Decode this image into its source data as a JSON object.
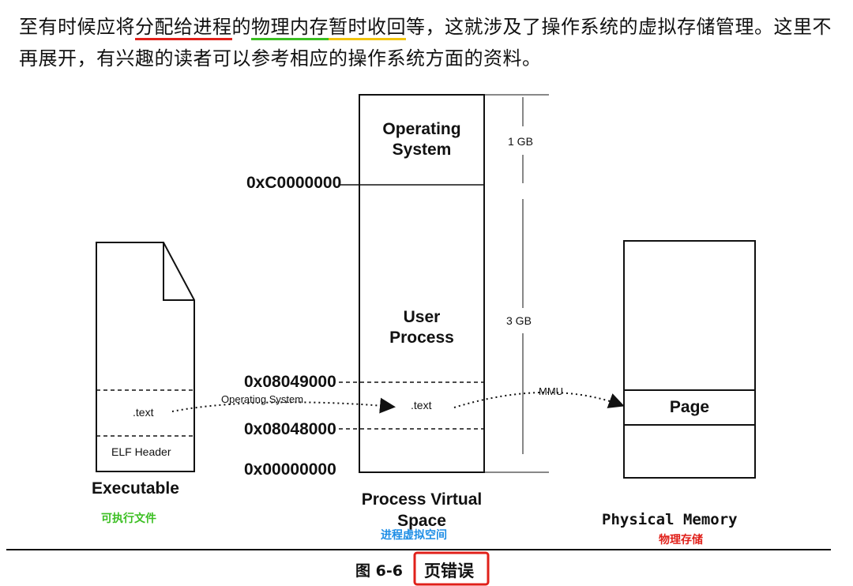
{
  "paragraph": {
    "p1": "至有时候应将",
    "p2": "分配给进程",
    "p3": "的",
    "p4": "物理内存",
    "p5": "暂时收回",
    "p6": "等，这就涉及了操作系统的虚拟存储管理。这里不再展开，有兴趣的读者可以参考相应的操作系统方面的资料。"
  },
  "executable": {
    "text_section": ".text",
    "header": "ELF Header",
    "caption": "Executable",
    "caption_cn": "可执行文件"
  },
  "virtual_space": {
    "os_block": [
      "Operating",
      "System"
    ],
    "user_block": [
      "User",
      "Process"
    ],
    "text_section": ".text",
    "caption": [
      "Process Virtual",
      "Space"
    ],
    "caption_cn": "进程虚拟空间",
    "addresses": [
      "0xC0000000",
      "0x08049000",
      "0x08048000",
      "0x00000000"
    ],
    "sizes": [
      "1 GB",
      "3 GB"
    ]
  },
  "arrows": {
    "left": "Operating System",
    "right": "MMU"
  },
  "physical_memory": {
    "page": "Page",
    "caption": "Physical Memory",
    "caption_cn": "物理存储"
  },
  "figure": {
    "number": "图 6-6",
    "title": "页错误"
  },
  "colors": {
    "red": "#e0201a",
    "green": "#3bbf22",
    "yellow": "#f1c40f",
    "blue": "#1f8ee6"
  }
}
